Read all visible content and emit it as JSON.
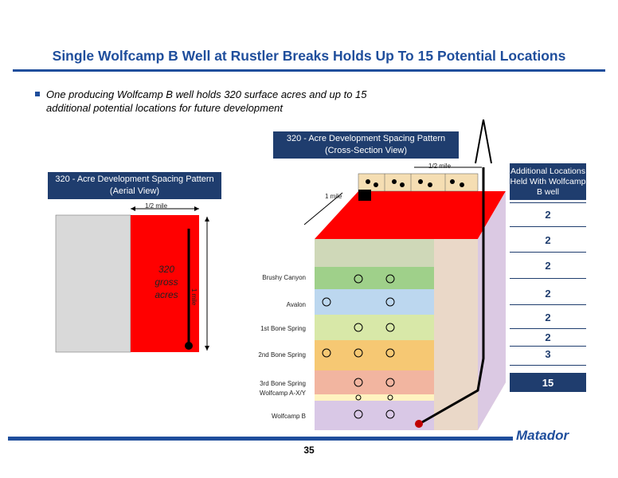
{
  "title": "Single Wolfcamp B Well at Rustler Breaks Holds Up To 15 Potential Locations",
  "bullet": "One producing Wolfcamp B well holds 320 surface acres and up to 15 additional potential locations for future development",
  "aerial": {
    "box_label": "320 - Acre Development Spacing Pattern (Aerial View)",
    "half_mile": "1/2 mile",
    "one_mile": "1 mile",
    "acres_text": "320 gross acres"
  },
  "cross": {
    "box_label": "320 - Acre Development Spacing Pattern (Cross-Section View)",
    "half_mile": "1/2 mile",
    "one_mile": "1 mile",
    "layers": [
      "Brushy Canyon",
      "Avalon",
      "1st Bone Spring",
      "2nd Bone Spring",
      "3rd Bone Spring",
      "Wolfcamp A-X/Y",
      "Wolfcamp B"
    ]
  },
  "additional": {
    "header": "Additional Locations Held With Wolfcamp B well",
    "counts": [
      "2",
      "2",
      "2",
      "2",
      "2",
      "2",
      "3"
    ],
    "total": "15"
  },
  "colors": {
    "navy": "#1f3d6e",
    "red": "#ff0000",
    "blue": "#1f4e9c"
  },
  "page_number": "35",
  "logo": "Matador"
}
